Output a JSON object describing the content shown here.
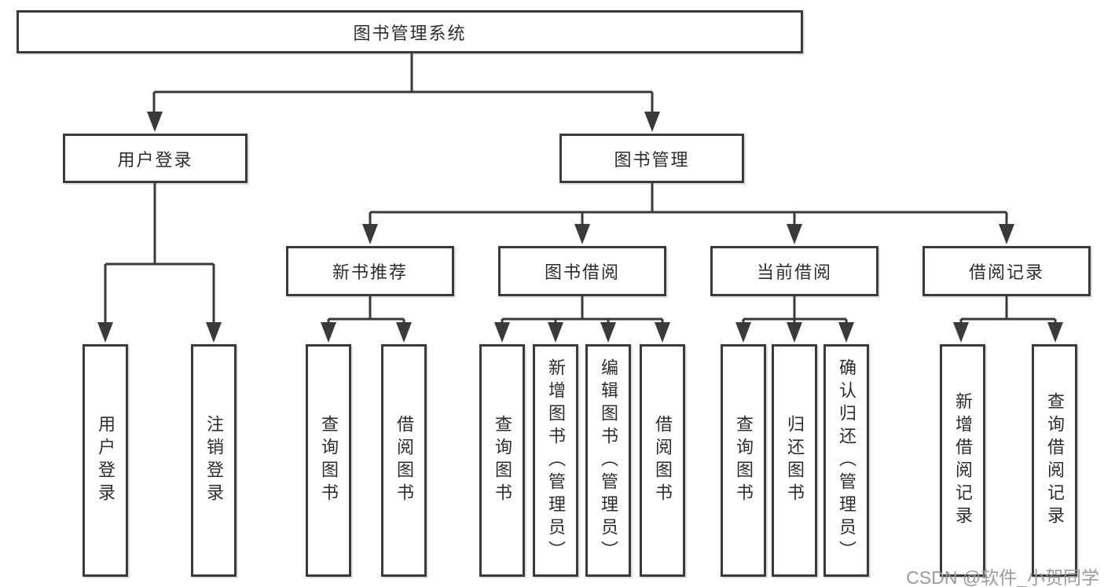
{
  "diagram": {
    "title": "图书管理系统",
    "root": {
      "id": "library-management-system",
      "label": "图书管理系统"
    },
    "level1": [
      {
        "id": "user-login",
        "label": "用户登录",
        "parent": "library-management-system"
      },
      {
        "id": "book-management",
        "label": "图书管理",
        "parent": "library-management-system"
      }
    ],
    "level2": [
      {
        "id": "new-book-recommendation",
        "label": "新书推荐",
        "parent": "book-management"
      },
      {
        "id": "book-borrowing",
        "label": "图书借阅",
        "parent": "book-management"
      },
      {
        "id": "current-borrowing",
        "label": "当前借阅",
        "parent": "book-management"
      },
      {
        "id": "borrowing-records",
        "label": "借阅记录",
        "parent": "book-management"
      }
    ],
    "leaves": [
      {
        "id": "leaf-user-login",
        "label": "用户登录",
        "parent": "user-login"
      },
      {
        "id": "leaf-logout",
        "label": "注销登录",
        "parent": "user-login"
      },
      {
        "id": "leaf-query-books-recommend",
        "label": "查询图书",
        "parent": "new-book-recommendation"
      },
      {
        "id": "leaf-borrow-books-recommend",
        "label": "借阅图书",
        "parent": "new-book-recommendation"
      },
      {
        "id": "leaf-query-books-borrowing",
        "label": "查询图书",
        "parent": "book-borrowing"
      },
      {
        "id": "leaf-add-books-admin",
        "label": "新增图书（管理员）",
        "parent": "book-borrowing"
      },
      {
        "id": "leaf-edit-books-admin",
        "label": "编辑图书（管理员）",
        "parent": "book-borrowing"
      },
      {
        "id": "leaf-borrow-books",
        "label": "借阅图书",
        "parent": "book-borrowing"
      },
      {
        "id": "leaf-query-books-current",
        "label": "查询图书",
        "parent": "current-borrowing"
      },
      {
        "id": "leaf-return-books",
        "label": "归还图书",
        "parent": "current-borrowing"
      },
      {
        "id": "leaf-confirm-return-admin",
        "label": "确认归还（管理员）",
        "parent": "current-borrowing"
      },
      {
        "id": "leaf-add-borrow-record",
        "label": "新增借阅记录",
        "parent": "borrowing-records"
      },
      {
        "id": "leaf-query-borrow-record",
        "label": "查询借阅记录",
        "parent": "borrowing-records"
      }
    ]
  },
  "watermark": {
    "text": "CSDN @软件_小贺同学"
  },
  "colors": {
    "line": "#3a3a3a",
    "text": "#2d2d2d",
    "watermark": "#9a9a9a",
    "background": "#ffffff"
  }
}
